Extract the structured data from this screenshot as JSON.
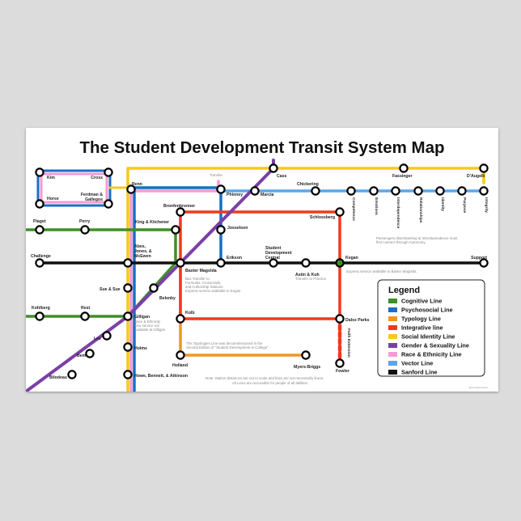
{
  "title": "The Student Development Transit System Map",
  "colors": {
    "cognitive": "#3f8f24",
    "psychosocial": "#1a6fc4",
    "typology": "#f0961e",
    "integrative": "#ee3a1c",
    "social_identity": "#f7c91a",
    "gender_sexuality": "#7b3fa8",
    "race_ethnicity": "#f59ad3",
    "vector": "#5ba6ea",
    "sanford": "#111111"
  },
  "stations": {
    "kim": "Kim",
    "cross": "Cross",
    "horse": "Horse",
    "ferdman": "Ferdman &",
    "ferdman2": "Gallegos",
    "renn": "Renn",
    "transfer": "Transfer",
    "phinney": "Phinney",
    "cass": "Cass",
    "marcia": "Marcia",
    "chickering": "Chickering",
    "fassinger": "Fassinger",
    "daugelli": "D'Augelli",
    "bronfenbrenner": "Bronfenbrenner",
    "schlossberg": "Schlossberg",
    "piaget": "Piaget",
    "perry": "Perry",
    "king": "King & Kitchener",
    "josselson": "Josselson",
    "challenge": "Challenge",
    "abes": "Abes,",
    "abes2": "Jones, &",
    "abes3": "McEwen",
    "baxter": "Baxter Magolda",
    "erikson": "Erikson",
    "sdc": "Student",
    "sdc2": "Development",
    "sdc3": "Central",
    "kegan": "Kegan",
    "support": "Support",
    "astin": "Astin & Kuh",
    "sue": "Sue & Sue",
    "belenky": "Belenky",
    "kohlberg": "Kohlberg",
    "rest": "Rest",
    "gilligan": "Gilligan",
    "kolb": "Kolb",
    "baxter_parks": "Daloz Parks",
    "lev": "Lev",
    "bem": "Bem",
    "holms": "Holms",
    "bilodeau": "Bilodeau",
    "howe": "Howe, Bennett, & Atkinson",
    "holland": "Holland",
    "myers": "Myers-Briggs",
    "fowler": "Fowler",
    "faith": "Faith Extension"
  },
  "vector_stops": [
    "Competence",
    "Emotions",
    "Interdependence",
    "Relationships",
    "Identity",
    "Purpose",
    "Integrity"
  ],
  "notes": {
    "interdep": "Passengers disembarking at Interdependence must",
    "interdep2": "first connect through Autonomy.",
    "kegan_express": "Express service available to Baxter Magolda.",
    "astin_transfer": "Transfer to Practice",
    "bus1": "Bus Transfer to",
    "bus2": "Formulas, Crossroads,",
    "bus3": "and Authorship Stations.",
    "bus4": "Express service available to Kegan.",
    "race1": "Race & Ethnicity",
    "race2": "Line service not",
    "race3": "available at Gilligan.",
    "typ1": "The Typologies Line was decommissioned in the",
    "typ2": "Second Edition of \"Student Development in College\"",
    "foot1": "Note: Station distances are not to scale and lines are not necessarily linear.",
    "foot2": "All Lines are accessible for people of all abilities.",
    "credit": "@studydevtransit"
  },
  "legend": {
    "title": "Legend",
    "items": [
      {
        "label": "Cognitive Line",
        "color": "#3f8f24"
      },
      {
        "label": "Psychosocial Line",
        "color": "#1a6fc4"
      },
      {
        "label": "Typology Line",
        "color": "#f0961e"
      },
      {
        "label": "Integrative line",
        "color": "#ee3a1c"
      },
      {
        "label": "Social Identity Line",
        "color": "#f7c91a"
      },
      {
        "label": "Gender & Sexuality Line",
        "color": "#7b3fa8"
      },
      {
        "label": "Race & Ethnicity Line",
        "color": "#f59ad3"
      },
      {
        "label": "Vector Line",
        "color": "#5ba6ea"
      },
      {
        "label": "Sanford Line",
        "color": "#111111"
      }
    ]
  }
}
